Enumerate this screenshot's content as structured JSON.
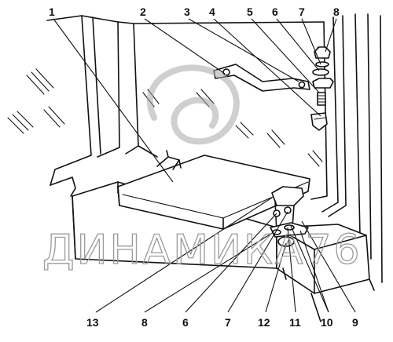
{
  "watermark": {
    "text": "ДИНАМИКА76"
  },
  "callouts": [
    {
      "id": "c1",
      "label": "1"
    },
    {
      "id": "c2",
      "label": "2"
    },
    {
      "id": "c3",
      "label": "3"
    },
    {
      "id": "c4",
      "label": "4"
    },
    {
      "id": "c5",
      "label": "5"
    },
    {
      "id": "c6-top",
      "label": "6"
    },
    {
      "id": "c7-top",
      "label": "7"
    },
    {
      "id": "c8-top",
      "label": "8"
    },
    {
      "id": "c13",
      "label": "13"
    },
    {
      "id": "c8-bottom",
      "label": "8"
    },
    {
      "id": "c6-bottom",
      "label": "6"
    },
    {
      "id": "c7-bottom",
      "label": "7"
    },
    {
      "id": "c12",
      "label": "12"
    },
    {
      "id": "c11",
      "label": "11"
    },
    {
      "id": "c10",
      "label": "10"
    },
    {
      "id": "c9",
      "label": "9"
    }
  ]
}
